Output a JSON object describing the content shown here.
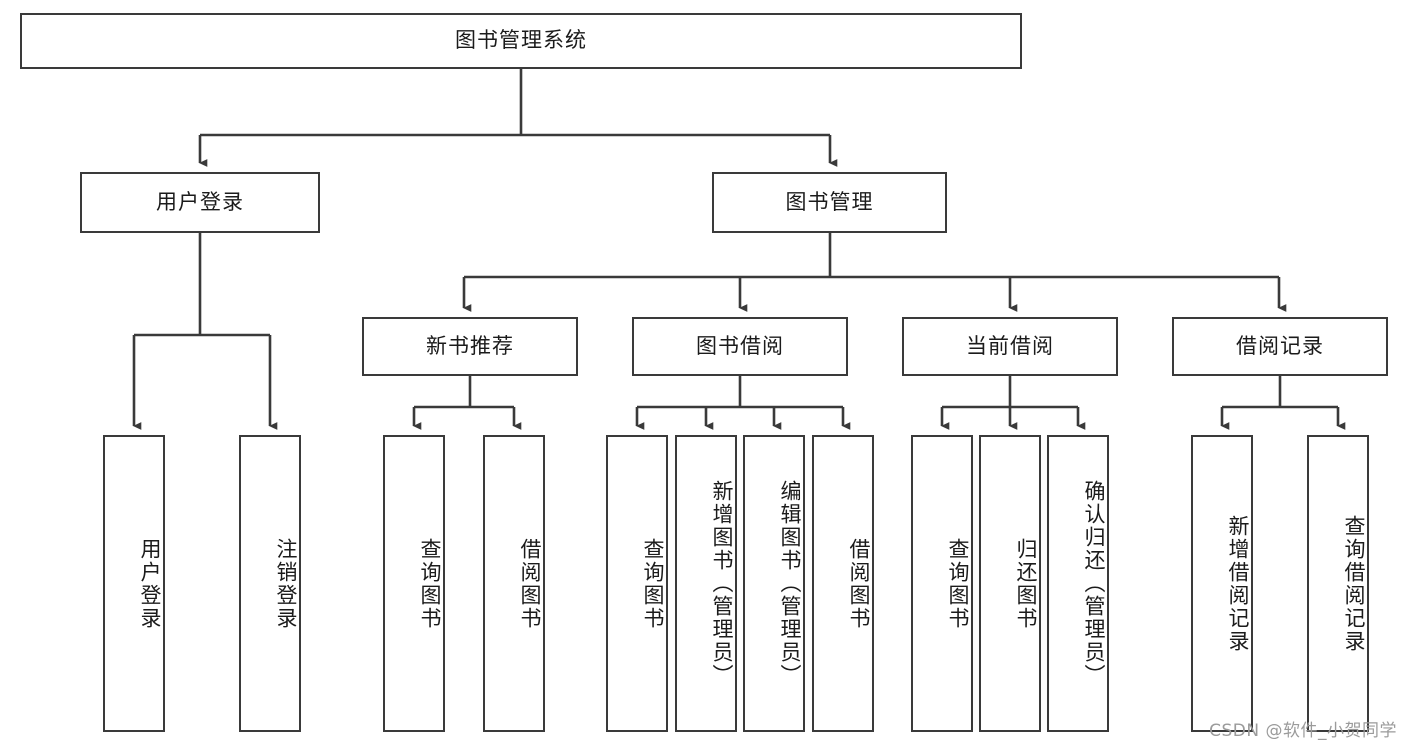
{
  "diagram": {
    "title": "图书管理系统",
    "type": "tree-hierarchy-chart",
    "root": {
      "label": "图书管理系统"
    },
    "level1": [
      {
        "label": "用户登录"
      },
      {
        "label": "图书管理"
      }
    ],
    "level2": [
      {
        "label": "新书推荐"
      },
      {
        "label": "图书借阅"
      },
      {
        "label": "当前借阅"
      },
      {
        "label": "借阅记录"
      }
    ],
    "leaves": {
      "user_login": [
        {
          "label": "用户登录"
        },
        {
          "label": "注销登录"
        }
      ],
      "new_book_recommend": [
        {
          "label": "查询图书"
        },
        {
          "label": "借阅图书"
        }
      ],
      "book_borrow": [
        {
          "label": "查询图书"
        },
        {
          "label": "新增图书（管理员）"
        },
        {
          "label": "编辑图书（管理员）"
        },
        {
          "label": "借阅图书"
        }
      ],
      "current_borrow": [
        {
          "label": "查询图书"
        },
        {
          "label": "归还图书"
        },
        {
          "label": "确认归还（管理员）"
        }
      ],
      "borrow_record": [
        {
          "label": "新增借阅记录"
        },
        {
          "label": "查询借阅记录"
        }
      ]
    }
  },
  "watermark": {
    "text": "CSDN @软件_小贺同学"
  },
  "colors": {
    "border": "#3a3a3a",
    "text": "#1b1b1b",
    "background": "#ffffff",
    "watermark": "#9b9b9b"
  }
}
